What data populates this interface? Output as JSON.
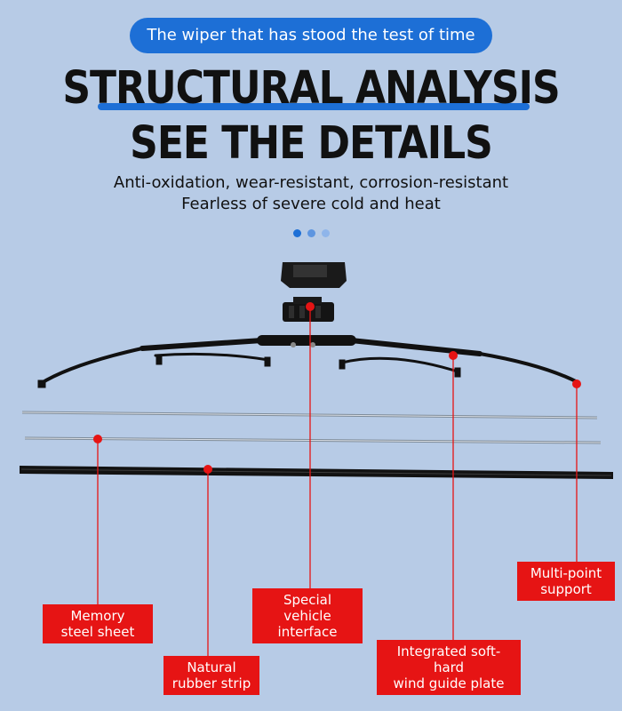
{
  "header": {
    "pill": "The wiper that has stood the test of time",
    "title_line1": "STRUCTURAL ANALYSIS",
    "title_line2": "SEE THE DETAILS",
    "subtitle_line1": "Anti-oxidation, wear-resistant, corrosion-resistant",
    "subtitle_line2": "Fearless of severe cold and heat"
  },
  "pager": {
    "count": 3,
    "active": 0
  },
  "labels": {
    "memory_steel": "Memory\nsteel sheet",
    "natural_rubber": "Natural\nrubber strip",
    "vehicle_interface": "Special vehicle\ninterface",
    "wind_guide": "Integrated soft-hard\nwind guide plate",
    "multi_point": "Multi-point\nsupport"
  },
  "colors": {
    "background": "#b7cbe6",
    "accent_blue": "#1d6fd6",
    "label_red": "#e61414"
  }
}
